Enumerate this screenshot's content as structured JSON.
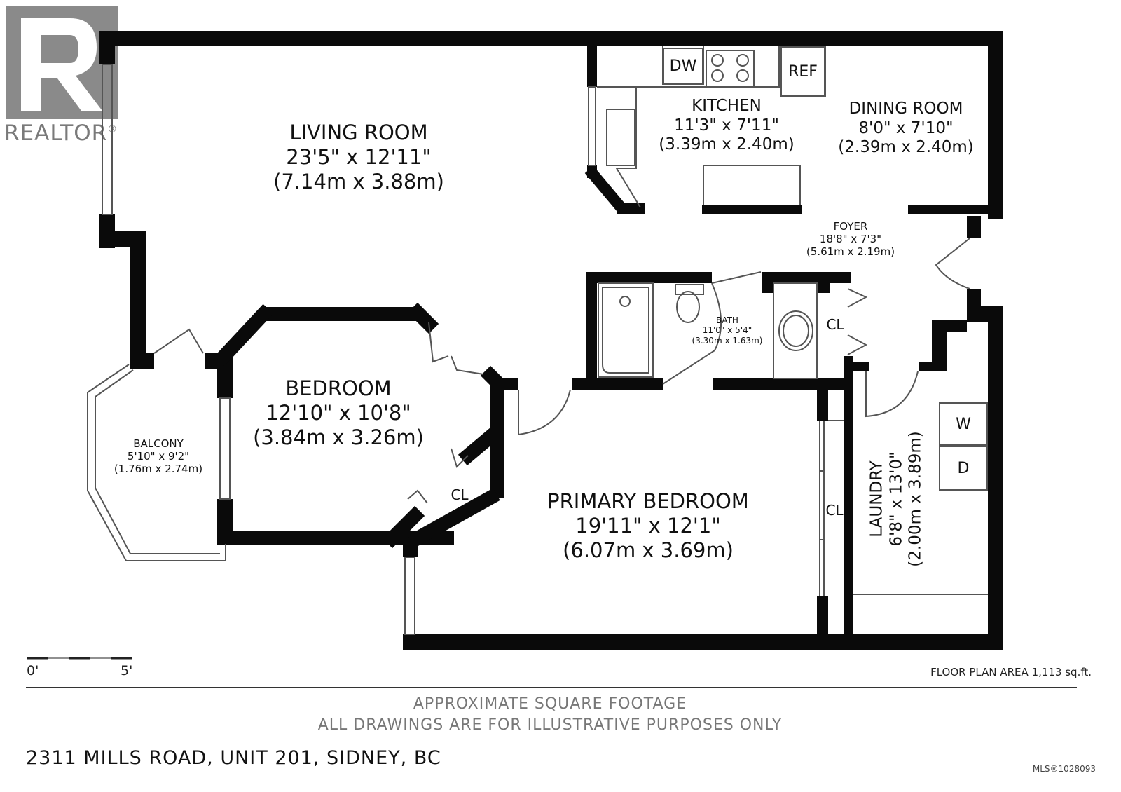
{
  "brand": {
    "logo_text": "REALTOR",
    "logo_mark": "®"
  },
  "rooms": {
    "living": {
      "name": "LIVING ROOM",
      "dims": "23'5\" x 12'11\"",
      "metric": "(7.14m x 3.88m)"
    },
    "kitchen": {
      "name": "KITCHEN",
      "dims": "11'3\" x 7'11\"",
      "metric": "(3.39m x 2.40m)"
    },
    "dining": {
      "name": "DINING ROOM",
      "dims": "8'0\" x 7'10\"",
      "metric": "(2.39m x 2.40m)"
    },
    "foyer": {
      "name": "FOYER",
      "dims": "18'8\" x 7'3\"",
      "metric": "(5.61m x 2.19m)"
    },
    "bath": {
      "name": "BATH",
      "dims": "11'0\" x 5'4\"",
      "metric": "(3.30m x 1.63m)"
    },
    "bedroom": {
      "name": "BEDROOM",
      "dims": "12'10\" x 10'8\"",
      "metric": "(3.84m x 3.26m)"
    },
    "balcony": {
      "name": "BALCONY",
      "dims": "5'10\" x 9'2\"",
      "metric": "(1.76m x 2.74m)"
    },
    "primary": {
      "name": "PRIMARY BEDROOM",
      "dims": "19'11\" x 12'1\"",
      "metric": "(6.07m x 3.69m)"
    },
    "laundry": {
      "name": "LAUNDRY",
      "dims": "6'8\" x 13'0\"",
      "metric": "(2.00m x 3.89m)"
    }
  },
  "closets": {
    "label": "CL"
  },
  "appliances": {
    "dishwasher": "DW",
    "refrigerator": "REF",
    "washer": "W",
    "dryer": "D"
  },
  "scale": {
    "start": "0'",
    "end": "5'"
  },
  "area": "FLOOR PLAN AREA 1,113 sq.ft.",
  "notes": {
    "line1": "APPROXIMATE SQUARE FOOTAGE",
    "line2": "ALL DRAWINGS ARE FOR ILLUSTRATIVE PURPOSES ONLY"
  },
  "address": "2311 MILLS ROAD, UNIT 201, SIDNEY, BC",
  "mls": "MLS®1028093"
}
